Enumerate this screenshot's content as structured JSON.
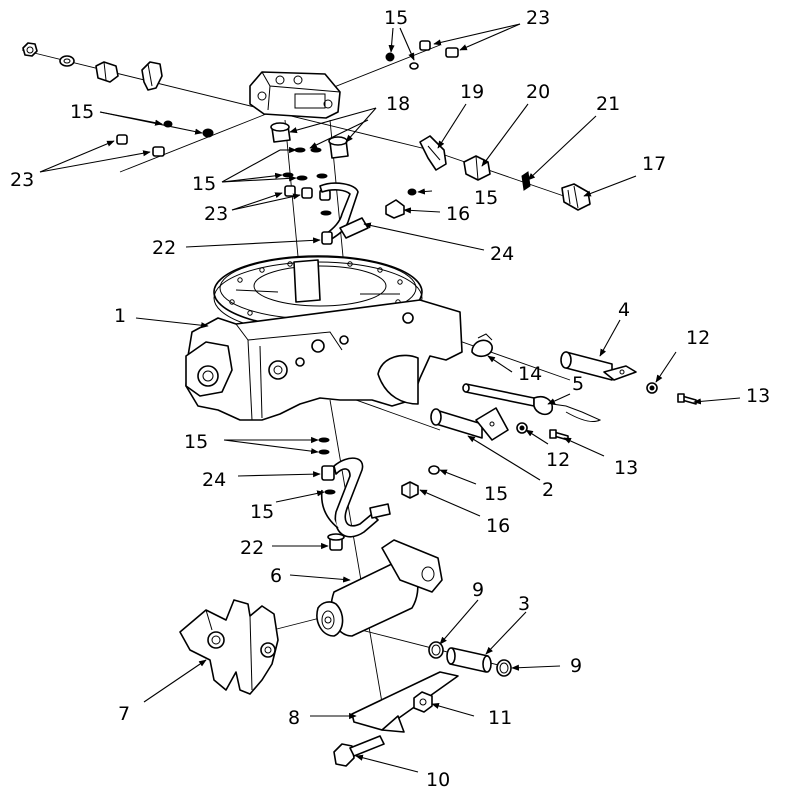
{
  "diagram": {
    "callouts": {
      "n1": "1",
      "n2": "2",
      "n3": "3",
      "n4": "4",
      "n5": "5",
      "n6": "6",
      "n7": "7",
      "n8": "8",
      "n9a": "9",
      "n9b": "9",
      "n10": "10",
      "n11": "11",
      "n12a": "12",
      "n12b": "12",
      "n13a": "13",
      "n13b": "13",
      "n14": "14",
      "n15a": "15",
      "n15b": "15",
      "n15c": "15",
      "n15d": "15",
      "n15e": "15",
      "n15f": "15",
      "n15g": "15",
      "n16a": "16",
      "n16b": "16",
      "n17": "17",
      "n18": "18",
      "n19": "19",
      "n20": "20",
      "n21": "21",
      "n22a": "22",
      "n22b": "22",
      "n23a": "23",
      "n23b": "23",
      "n23c": "23",
      "n24a": "24",
      "n24b": "24"
    }
  }
}
